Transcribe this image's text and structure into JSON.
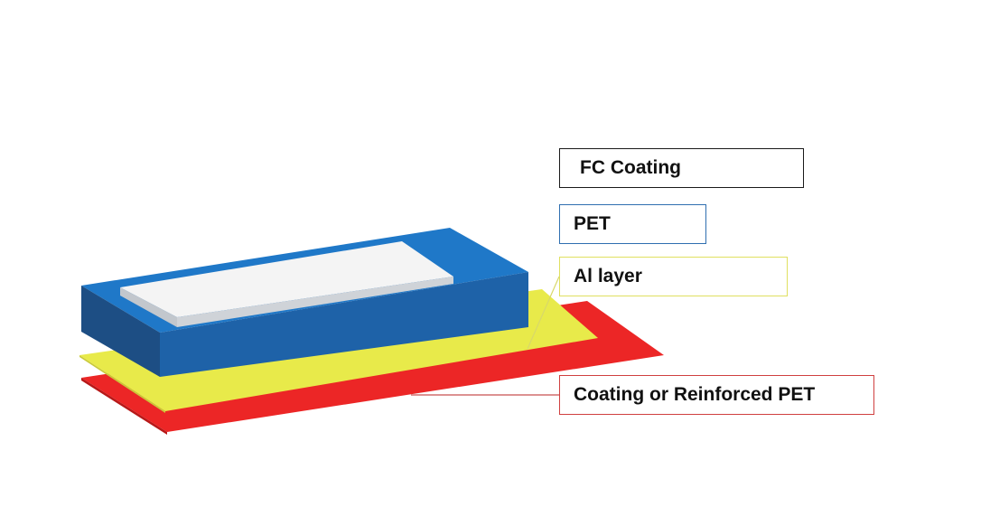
{
  "diagram": {
    "labels": {
      "fc_coating": "FC Coating",
      "pet": "PET",
      "al_layer": "Al layer",
      "coating_or_reinforced_pet": "Coating or Reinforced PET"
    },
    "colors": {
      "fc_coating_fill": "#f4f4f4",
      "pet_top": "#1f78c8",
      "pet_front": "#1e62a8",
      "pet_left": "#1d4e84",
      "al_layer": "#e8ea4a",
      "coating_layer": "#ec2626",
      "fc_box_border": "#1a1a1a",
      "pet_box_border": "#2f6fb0",
      "al_box_border": "#e0e060",
      "coating_box_border": "#d04040"
    }
  }
}
